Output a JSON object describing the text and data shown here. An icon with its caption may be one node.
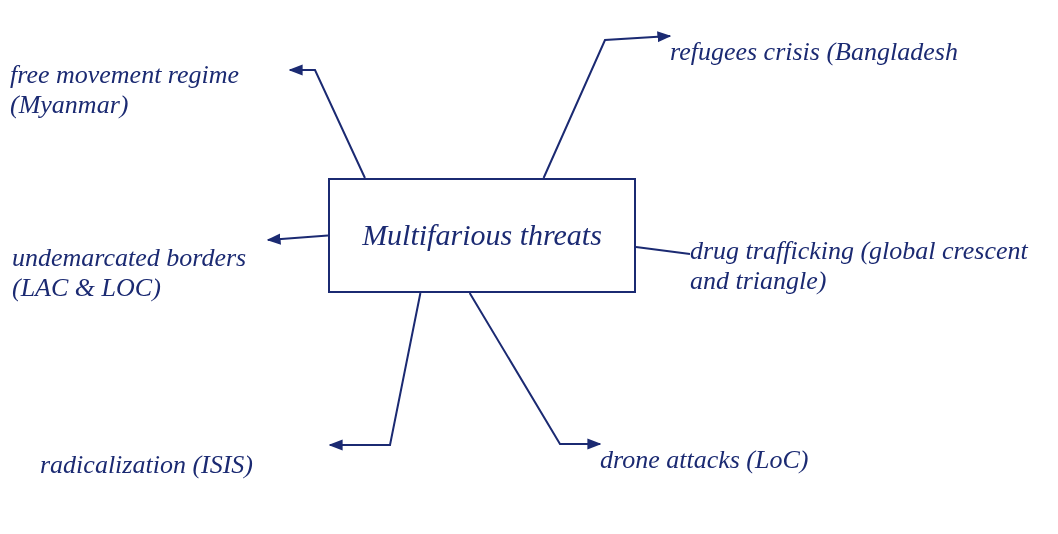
{
  "diagram": {
    "nodes": [
      {
        "text": [
          "Multifarious threats"
        ]
      },
      {
        "text": [
          "free movement regime (Myanmar)"
        ]
      },
      {
        "text": [
          "refugees crisis (Bangladesh"
        ]
      },
      {
        "text": [
          "undemarcated borders (LAC & LOC)"
        ]
      },
      {
        "text": [
          "drug trafficking (global crescent and triangle)"
        ]
      },
      {
        "text": [
          "radicalization (ISIS)"
        ]
      },
      {
        "text": [
          "drone attacks (LoC)"
        ]
      }
    ],
    "edges": [
      {
        "from": 0,
        "to": 1,
        "arrow": "to"
      },
      {
        "from": 0,
        "to": 2,
        "arrow": "to"
      },
      {
        "from": 0,
        "to": 3,
        "arrow": "to"
      },
      {
        "from": 0,
        "to": 4,
        "arrow": "none"
      },
      {
        "from": 0,
        "to": 5,
        "arrow": "to"
      },
      {
        "from": 0,
        "to": 6,
        "arrow": "to"
      }
    ]
  }
}
